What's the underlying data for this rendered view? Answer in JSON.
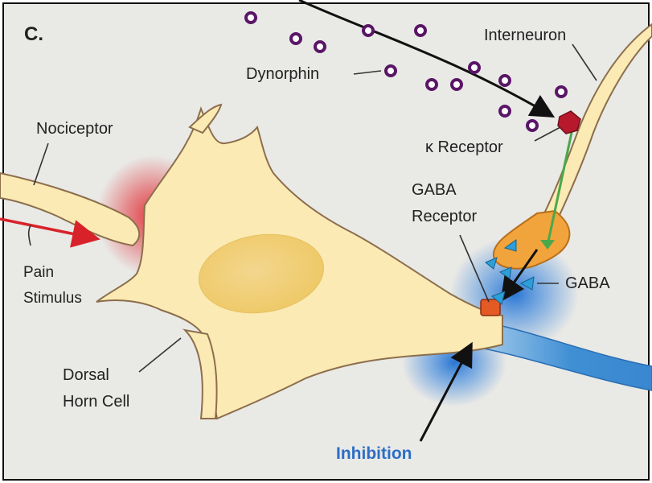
{
  "panel_label": "C.",
  "labels": {
    "interneuron": "Interneuron",
    "dynorphin": "Dynorphin",
    "nociceptor": "Nociceptor",
    "kappa_receptor": "κ Receptor",
    "gaba_receptor_line1": "GABA",
    "gaba_receptor_line2": "Receptor",
    "gaba": "GABA",
    "pain_stimulus_line1": "Pain",
    "pain_stimulus_line2": "Stimulus",
    "dorsal_horn_line1": "Dorsal",
    "dorsal_horn_line2": "Horn Cell",
    "inhibition": "Inhibition"
  },
  "colors": {
    "background": "#e9e9e6",
    "neuron_fill": "#fbeab3",
    "neuron_stroke": "#8c6e4c",
    "nucleus": "#f4d27e",
    "interneuron_terminal": "#f2a43c",
    "pain_arrow": "#d8222a",
    "nociceptor_glow": "#e0333a",
    "inhibition_glow": "#2f7fd6",
    "inhibition_text": "#2c6ec6",
    "dynorphin_ring": "#5a1666",
    "kappa_receptor": "#b8182b",
    "gaba_receptor": "#e35a24",
    "gaba_molecule": "#2c9fd8",
    "green_signal": "#4aa84a"
  }
}
